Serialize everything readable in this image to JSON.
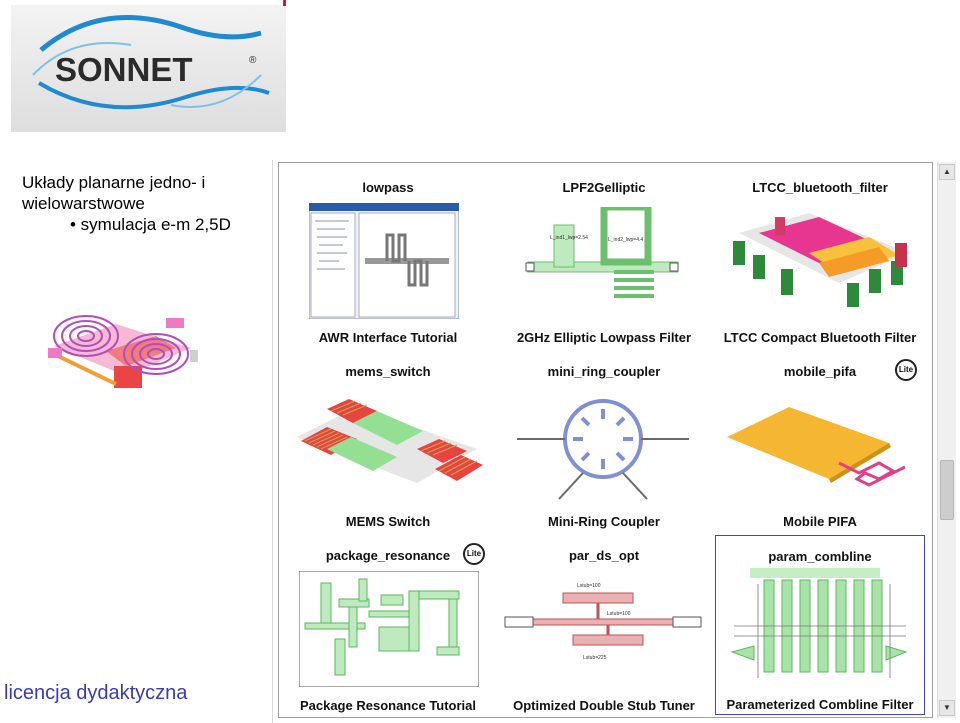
{
  "logo": {
    "text": "SONNET",
    "mark": "®",
    "accent_color": "#1f8ad0"
  },
  "slide": {
    "line1": "Układy planarne jedno- i",
    "line2": "wielowarstwowe",
    "bullet": "• symulacja e-m 2,5D",
    "footer": "licencja dydaktyczna"
  },
  "gallery": {
    "items": [
      {
        "title": "lowpass",
        "caption": "AWR Interface Tutorial",
        "lite": ""
      },
      {
        "title": "LPF2Gelliptic",
        "caption": "2GHz Elliptic Lowpass Filter",
        "lite": ""
      },
      {
        "title": "LTCC_bluetooth_filter",
        "caption": "LTCC Compact Bluetooth Filter",
        "lite": ""
      },
      {
        "title": "mems_switch",
        "caption": "MEMS Switch",
        "lite": ""
      },
      {
        "title": "mini_ring_coupler",
        "caption": "Mini-Ring Coupler",
        "lite": ""
      },
      {
        "title": "mobile_pifa",
        "caption": "Mobile PIFA",
        "lite": "Lite"
      },
      {
        "title": "package_resonance",
        "caption": "Package Resonance Tutorial",
        "lite": "Lite"
      },
      {
        "title": "par_ds_opt",
        "caption": "Optimized Double Stub Tuner",
        "lite": ""
      },
      {
        "title": "param_combline",
        "caption": "Parameterized Combline Filter",
        "lite": "",
        "selected": true
      }
    ],
    "labels": {
      "lpf_a": "L_ind1_lwp=2.54",
      "lpf_b": "L_ind2_lwp=4.4",
      "ds_a": "Lstub=100",
      "ds_b": "Lstub=100",
      "ds_c": "Lstub=225"
    }
  }
}
